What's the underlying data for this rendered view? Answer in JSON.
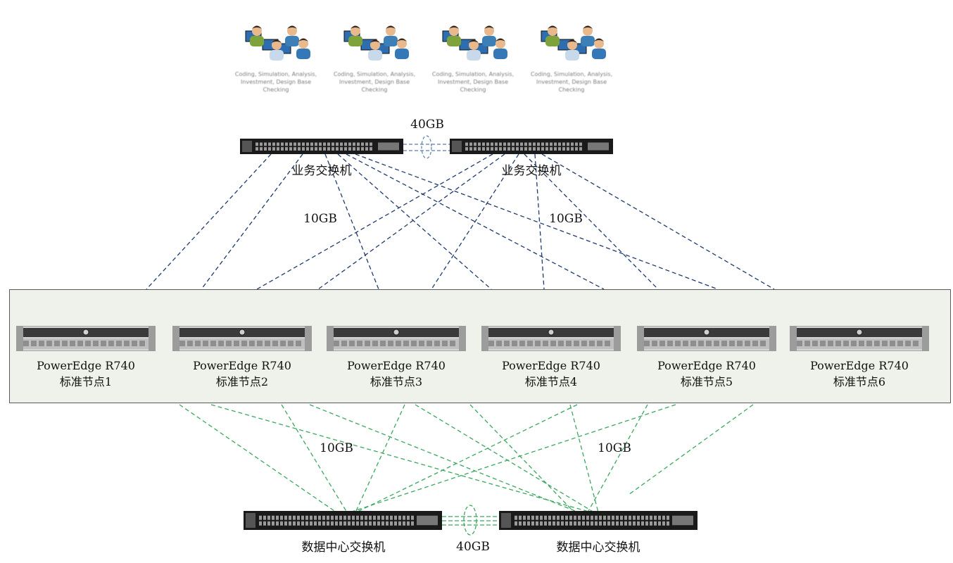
{
  "clients": [
    {
      "caption": "Coding, Simulation, Analysis, Investment, Design Base Checking"
    },
    {
      "caption": "Coding, Simulation, Analysis, Investment, Design Base Checking"
    },
    {
      "caption": "Coding, Simulation, Analysis, Investment, Design Base Checking"
    },
    {
      "caption": "Coding, Simulation, Analysis, Investment, Design Base Checking"
    }
  ],
  "top_switches": {
    "left_label": "业务交换机",
    "right_label": "业务交换机",
    "link_label": "40GB"
  },
  "top_links": {
    "left_label": "10GB",
    "right_label": "10GB"
  },
  "nodes": [
    {
      "model": "PowerEdge R740",
      "name": "标准节点1"
    },
    {
      "model": "PowerEdge R740",
      "name": "标准节点2"
    },
    {
      "model": "PowerEdge R740",
      "name": "标准节点3"
    },
    {
      "model": "PowerEdge R740",
      "name": "标准节点4"
    },
    {
      "model": "PowerEdge R740",
      "name": "标准节点5"
    },
    {
      "model": "PowerEdge R740",
      "name": "标准节点6"
    }
  ],
  "bottom_links": {
    "left_label": "10GB",
    "right_label": "10GB"
  },
  "bottom_switches": {
    "left_label": "数据中心交换机",
    "right_label": "数据中心交换机",
    "link_label": "40GB"
  },
  "colors": {
    "business_link": "#1f3a6e",
    "datacenter_link": "#3aa860",
    "cluster_fill": "#eef2ea"
  }
}
